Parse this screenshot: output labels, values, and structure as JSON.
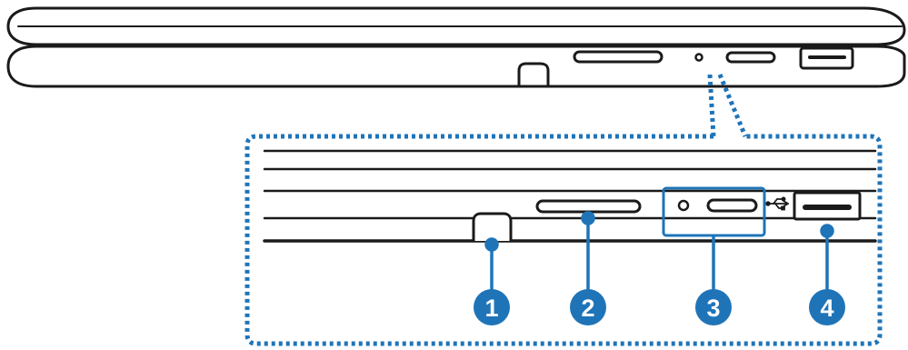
{
  "colors": {
    "outline": "#1a1a1a",
    "accent": "#1f74b8",
    "background": "#ffffff"
  },
  "icons": {
    "port_symbol": "usb-icon"
  },
  "callouts": [
    {
      "label": "1"
    },
    {
      "label": "2"
    },
    {
      "label": "3"
    },
    {
      "label": "4"
    }
  ]
}
